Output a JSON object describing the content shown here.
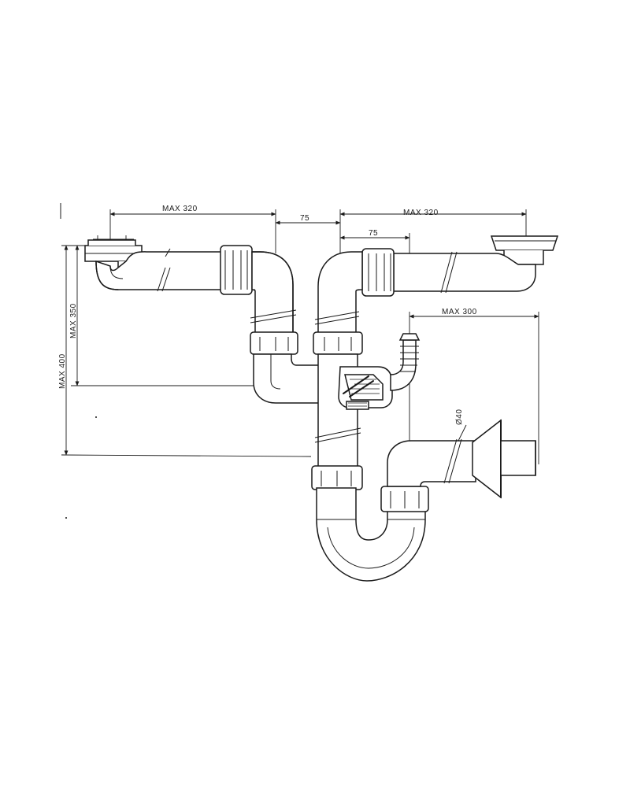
{
  "diagram": {
    "dimensions": {
      "top_left_max": "MAX 320",
      "top_left_gap": "75",
      "top_right_max": "MAX 320",
      "second_gap": "75",
      "outlet_max": "MAX 300",
      "left_vert_350": "MAX 350",
      "left_vert_400": "MAX  400",
      "pipe_diameter": "Ø40"
    }
  }
}
